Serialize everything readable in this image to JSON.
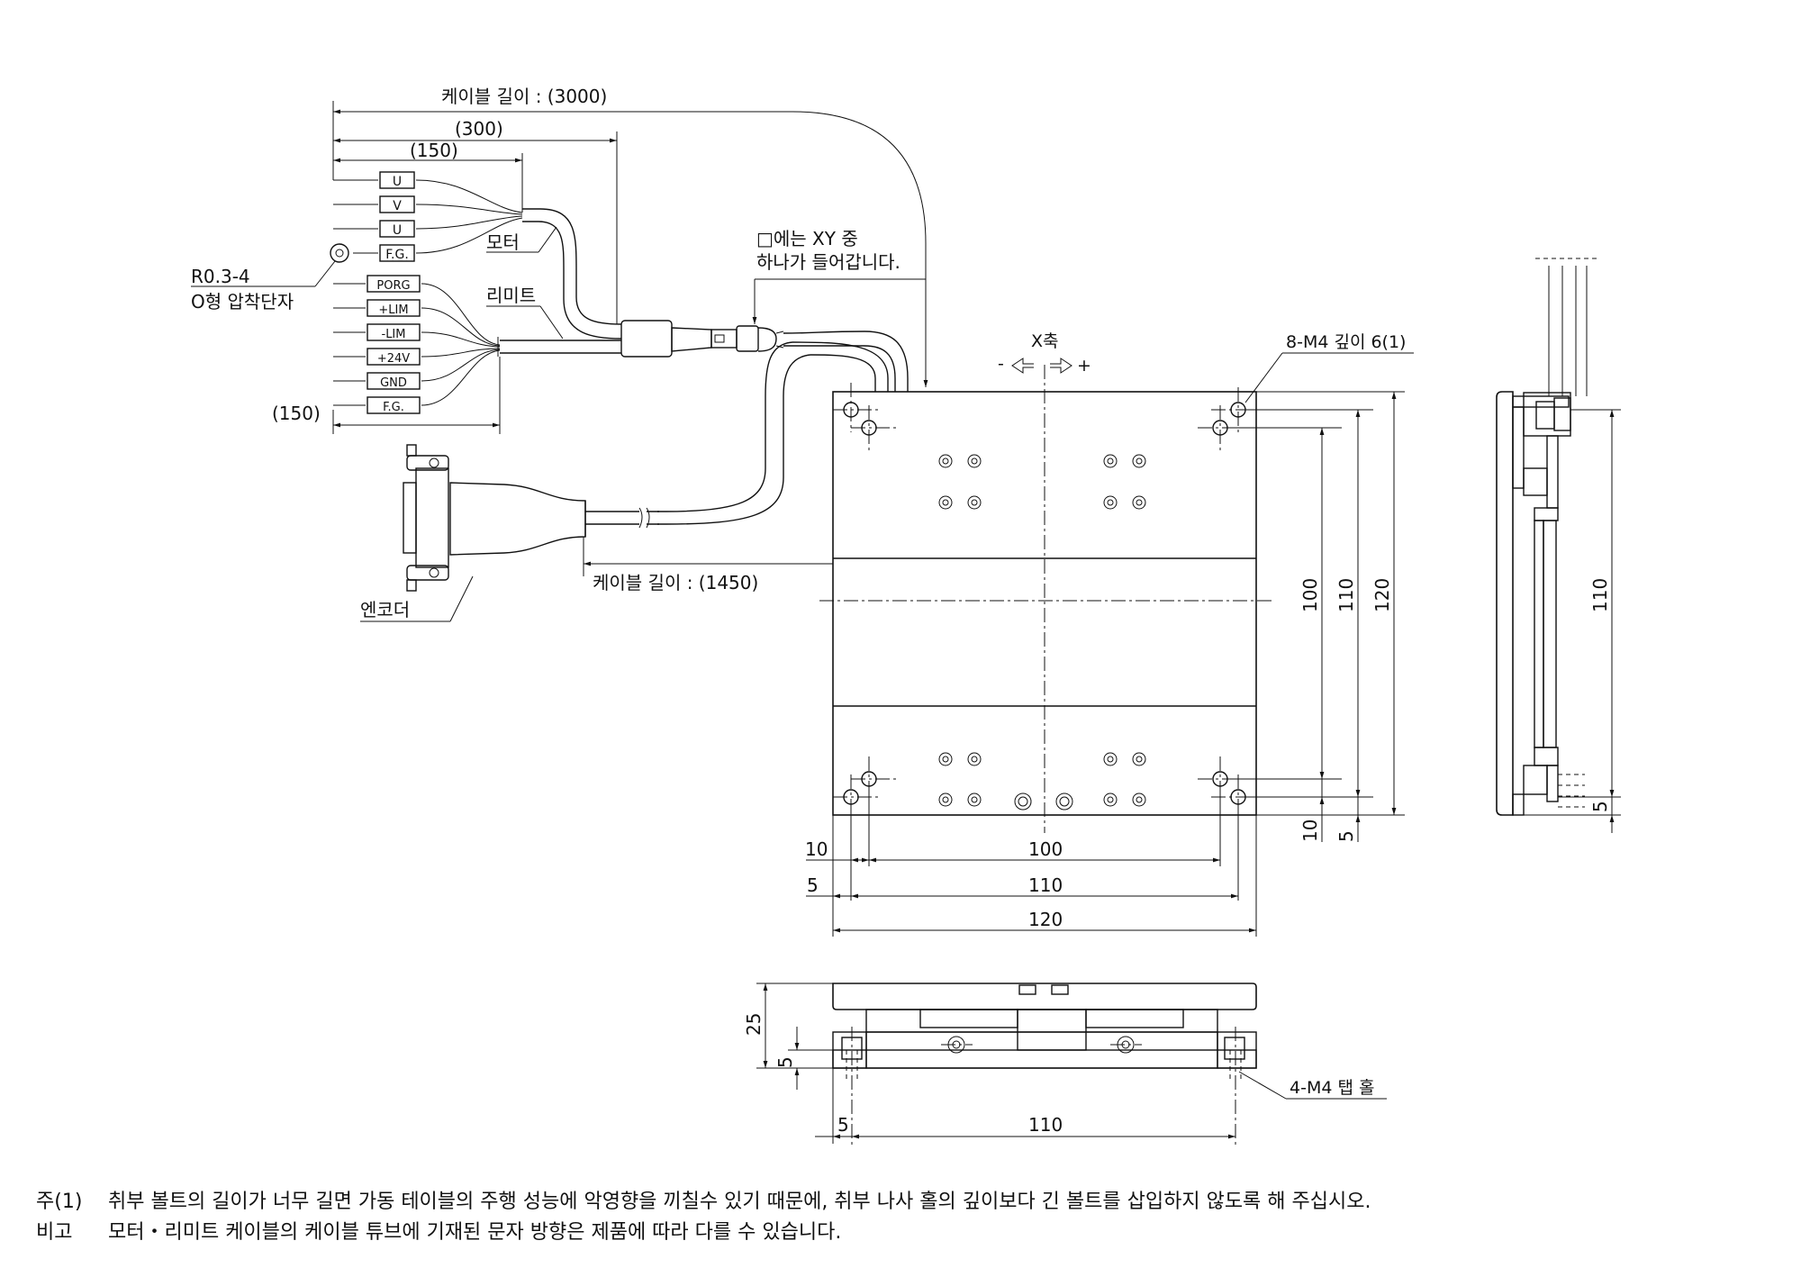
{
  "dimensions": {
    "cable_length_motor": "케이블 길이 : (3000)",
    "d300": "(300)",
    "d150_top": "(150)",
    "d150_left": "(150)",
    "cable_length_encoder": "케이블 길이 : (1450)",
    "d10_left": "10",
    "d100_bottom": "100",
    "d5_left": "5",
    "d110_bottom": "110",
    "d120_bottom": "120",
    "d100_right": "100",
    "d110_right": "110",
    "d120_right": "120",
    "d10_right": "10",
    "d5_right": "5",
    "side_110": "110",
    "side_5": "5",
    "front_25": "25",
    "front_5": "5",
    "front_5b": "5",
    "front_110": "110"
  },
  "motor_wires": [
    "U",
    "V",
    "U",
    "F.G."
  ],
  "limit_wires": [
    "PORG",
    "+LIM",
    "-LIM",
    "+24V",
    "GND",
    "F.G."
  ],
  "labels": {
    "motor": "모터",
    "limit": "리미트",
    "encoder": "엔코더",
    "terminal_line1": "R0.3-4",
    "terminal_line2": "O형 압착단자",
    "xy_note_line1": "□에는 XY 중",
    "xy_note_line2": "하나가 들어갑니다.",
    "x_axis": "X축",
    "x_minus": "-",
    "x_plus": "+",
    "m4_holes": "8-M4 깊이 6(1)",
    "tap_holes": "4-M4 탭 홀"
  },
  "notes": [
    {
      "key": "주(1)",
      "text": "취부 볼트의 길이가 너무 길면 가동 테이블의 주행 성능에 악영향을 끼칠수 있기 때문에, 취부 나사 홀의 깊이보다 긴 볼트를 삽입하지 않도록 해 주십시오."
    },
    {
      "key": "비고",
      "text": "모터・리미트 케이블의 케이블 튜브에 기재된 문자 방향은 제품에 따라 다를 수 있습니다."
    }
  ]
}
